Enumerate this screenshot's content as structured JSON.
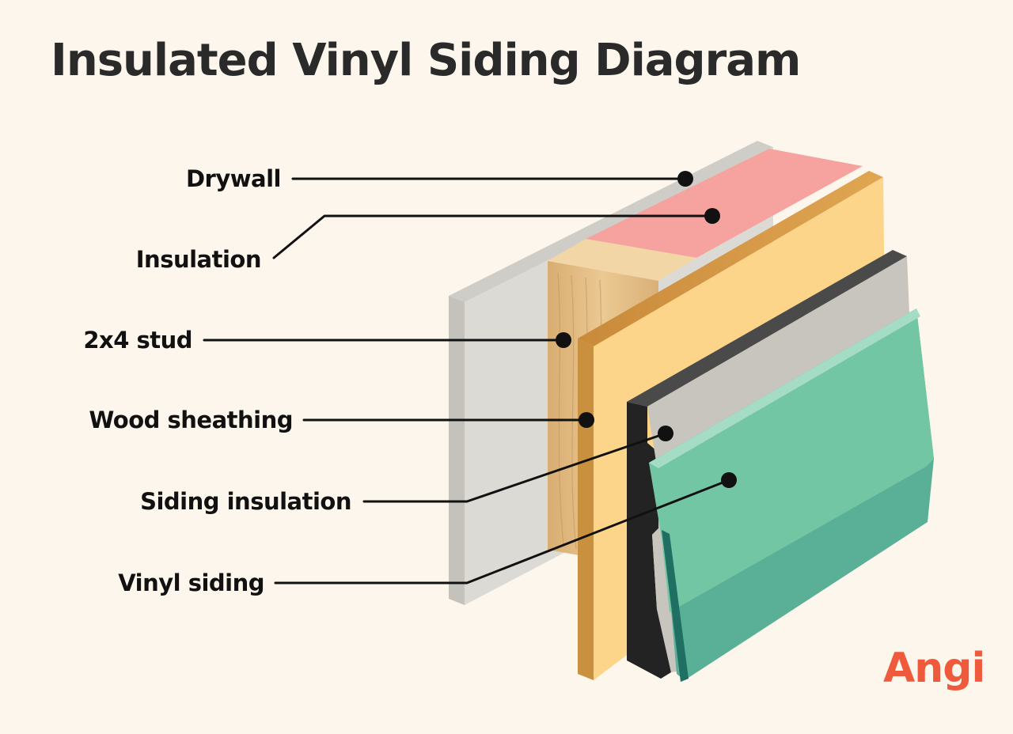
{
  "title": "Insulated Vinyl Siding Diagram",
  "labels": {
    "drywall": "Drywall",
    "insulation": "Insulation",
    "stud": "2x4 stud",
    "wood_sheathing": "Wood sheathing",
    "siding_insulation": "Siding insulation",
    "vinyl_siding": "Vinyl siding"
  },
  "logo": "Angi",
  "colors": {
    "background": "#fdf6ec",
    "drywall": "#dcdad4",
    "insulation": "#f6a3a0",
    "stud": "#e6c28e",
    "sheathing": "#fcd58a",
    "siding_insulation": "#c8c4be",
    "foam_edge": "#232323",
    "vinyl": "#72c6a4",
    "logo": "#ef5a3c"
  }
}
